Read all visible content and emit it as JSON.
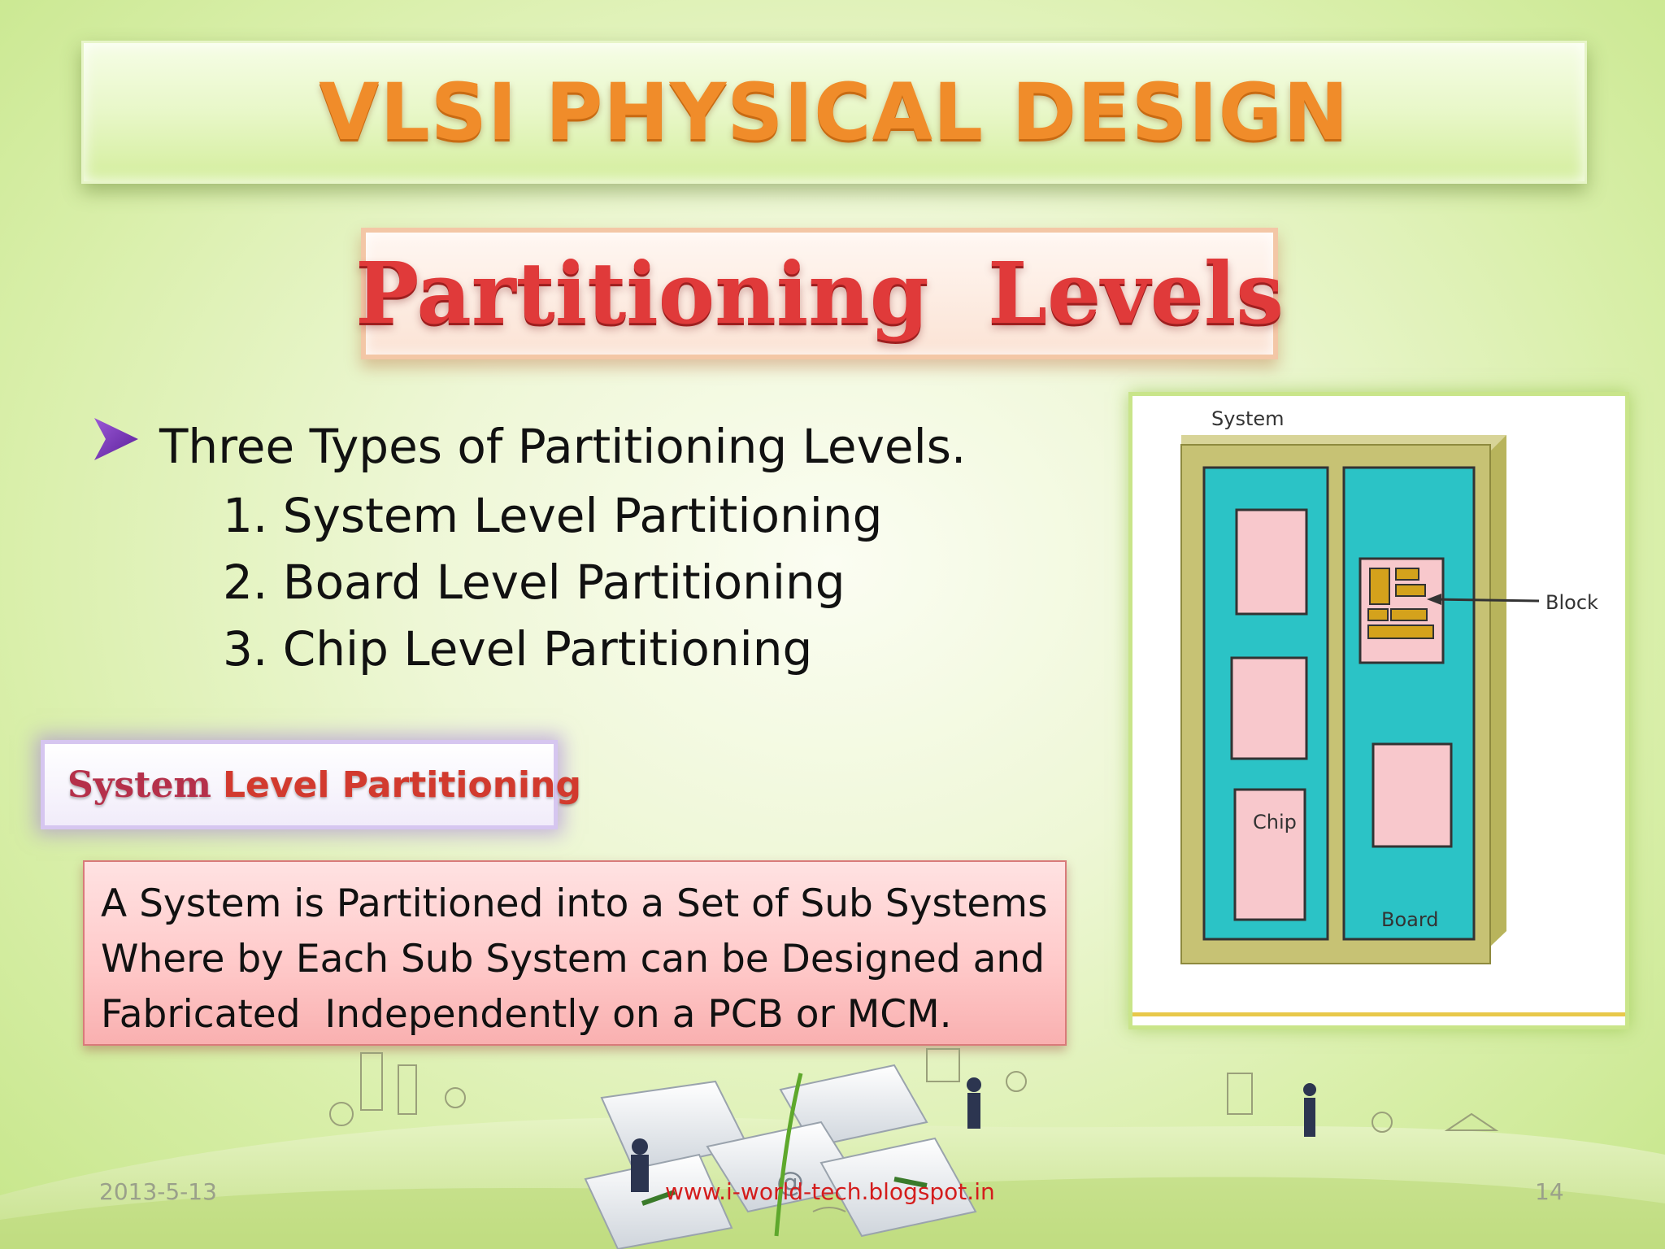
{
  "slide": {
    "title": "VLSI PHYSICAL DESIGN",
    "subtitle": "Partitioning  Levels",
    "bullet": "Three Types of Partitioning Levels.",
    "levels": [
      "1. System Level Partitioning",
      "2. Board Level Partitioning",
      "3. Chip Level Partitioning"
    ],
    "section_label": {
      "part1": "System",
      "part2": "Level Partitioning"
    },
    "description_lines": [
      "A System is Partitioned into a Set of Sub Systems",
      "Where by Each Sub System can be Designed and",
      "Fabricated  Independently on a PCB or MCM."
    ]
  },
  "diagram": {
    "label_system": "System",
    "label_block": "Block",
    "label_chip": "Chip",
    "label_board": "Board",
    "colors": {
      "system_frame": "#c5c06a",
      "board": "#2bc3c6",
      "chip": "#f8c8cc",
      "block": "#d4a21c"
    }
  },
  "footer": {
    "date": "2013-5-13",
    "url": "www.i-world-tech.blogspot.in",
    "page": "14"
  },
  "icons": {
    "bullet": "arrowhead-bullet-icon",
    "illustration": "keyboard-keys-landscape"
  },
  "theme": {
    "title_color": "#f08c2a",
    "subtitle_color": "#e03a3a",
    "url_color": "#d41c1c"
  }
}
